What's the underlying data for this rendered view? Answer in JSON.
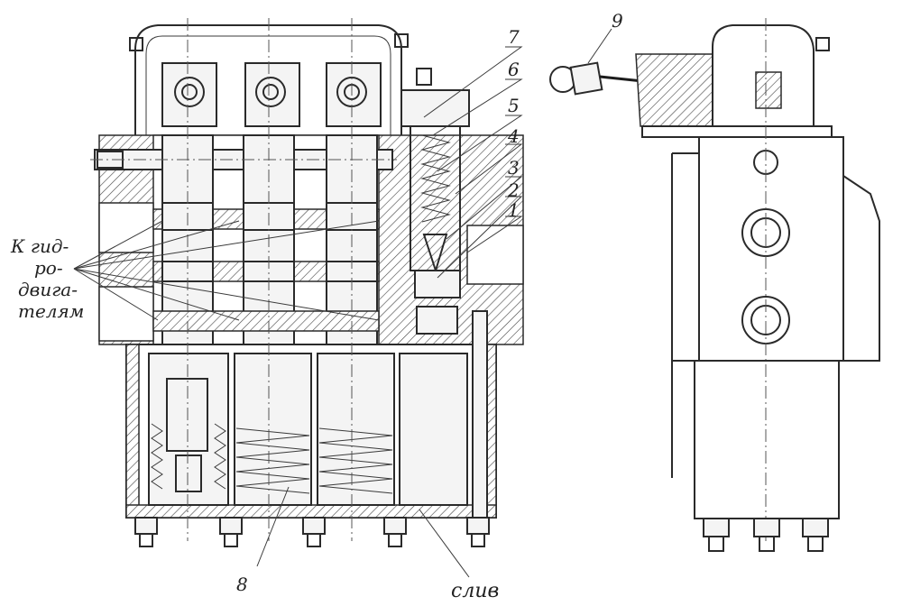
{
  "callouts": [
    "1",
    "2",
    "3",
    "4",
    "5",
    "6",
    "7",
    "8",
    "9"
  ],
  "side_label_lines": [
    "К гид-",
    "ро-",
    "двига-",
    "телям"
  ],
  "drain_label": "слив",
  "colors": {
    "ink": "#2a2a2a",
    "paper": "#ffffff"
  }
}
